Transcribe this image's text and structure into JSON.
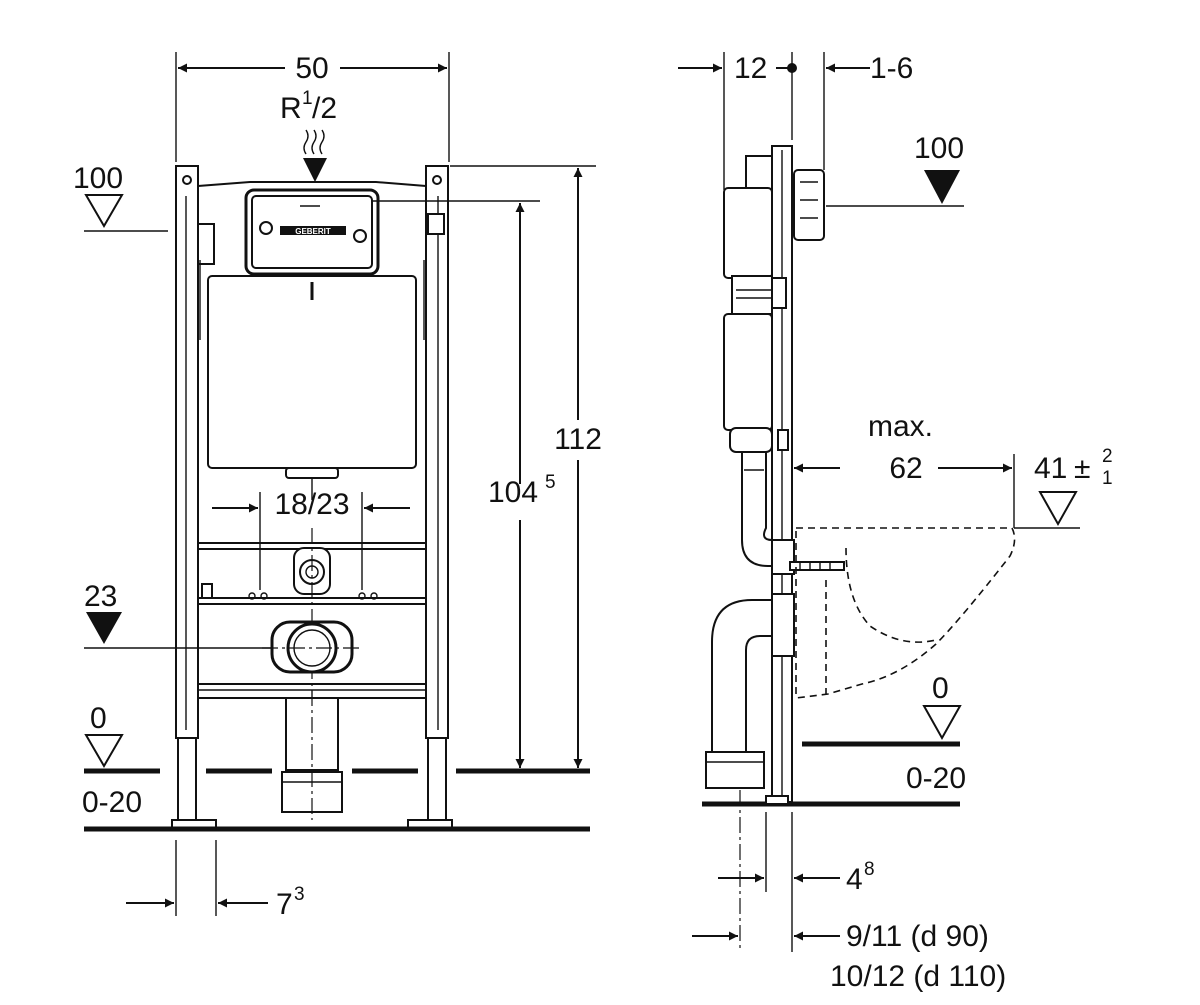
{
  "front_view": {
    "width_dim": "50",
    "inlet_label": "R",
    "inlet_sup": "1",
    "inlet_sub": "/2",
    "level_top": "100",
    "level_23": "23",
    "level_floor": "0",
    "floor_range": "0-20",
    "height_total": "112",
    "height_main": "104",
    "height_main_sup": "5",
    "bolt_spacing": "18/23",
    "foot_dim": "7",
    "foot_dim_sup": "3",
    "brand": "GEBERIT"
  },
  "side_view": {
    "depth_12": "12",
    "offset": "1-6",
    "level_top": "100",
    "max_label": "max.",
    "projection": "62",
    "height_41": "41",
    "tol_plus": "2",
    "tol_minus": "1",
    "level_floor": "0",
    "floor_range": "0-20",
    "dim_48": "4",
    "dim_48_sup": "8",
    "drain_90": "9/11 (d 90)",
    "drain_110": "10/12 (d 110)"
  }
}
